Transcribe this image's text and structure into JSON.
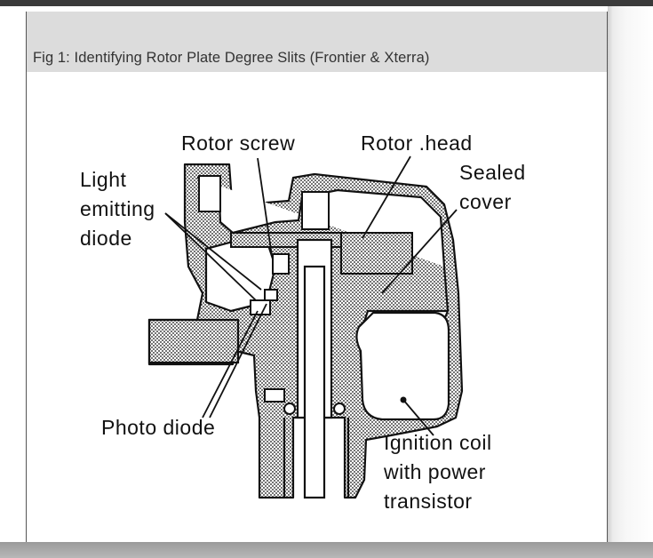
{
  "figure": {
    "caption": "Fig 1: Identifying Rotor Plate Degree Slits (Frontier & Xterra)"
  },
  "labels": {
    "rotor_screw": "Rotor  screw",
    "rotor_head": "Rotor .head",
    "sealed": "Sealed",
    "cover": "cover",
    "led_1": "Light",
    "led_2": "emitting",
    "led_3": "diode",
    "photo_diode": "Photo  diode",
    "coil_1": "Ignition coil",
    "coil_2": "with power",
    "coil_3": "transistor"
  },
  "colors": {
    "ink": "#111111",
    "caption_bar": "#dcdcdc",
    "stipple": "#8a8a8a"
  }
}
